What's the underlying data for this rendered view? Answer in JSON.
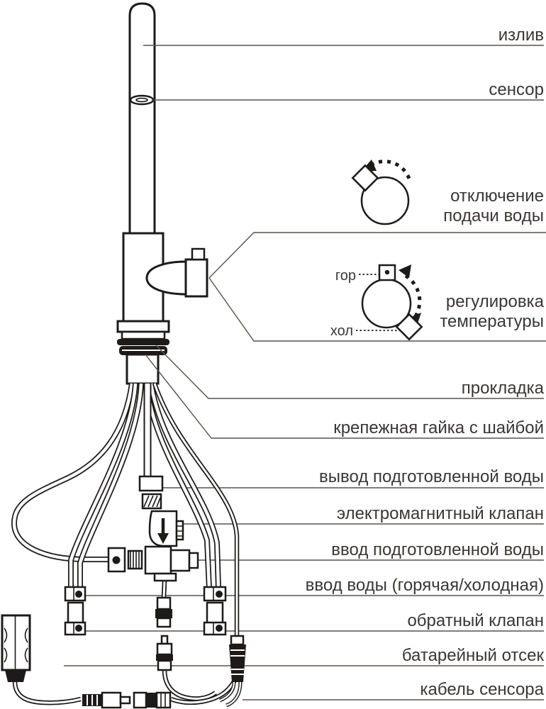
{
  "diagram": {
    "title": "sensor-faucet-parts-diagram",
    "labels": {
      "spout": "излив",
      "sensor": "сенсор",
      "water_shutoff_line1": "отключение",
      "water_shutoff_line2": "подачи воды",
      "temp_adjust_line1": "регулировка",
      "temp_adjust_line2": "температуры",
      "hot": "гор",
      "cold": "хол",
      "gasket": "прокладка",
      "mounting_nut": "крепежная гайка с шайбой",
      "prepared_water_outlet": "вывод подготовленной воды",
      "solenoid_valve": "электромагнитный клапан",
      "prepared_water_inlet": "ввод подготовленной воды",
      "water_inlet": "ввод воды (горячая/холодная)",
      "check_valve": "обратный клапан",
      "battery_compartment": "батарейный отсек",
      "sensor_cable": "кабель сенсора"
    },
    "colors": {
      "drawing_line": "#1d1a19",
      "leader_line": "#5a514c",
      "label_text": "#3b3634",
      "background": "#ffffff"
    }
  }
}
